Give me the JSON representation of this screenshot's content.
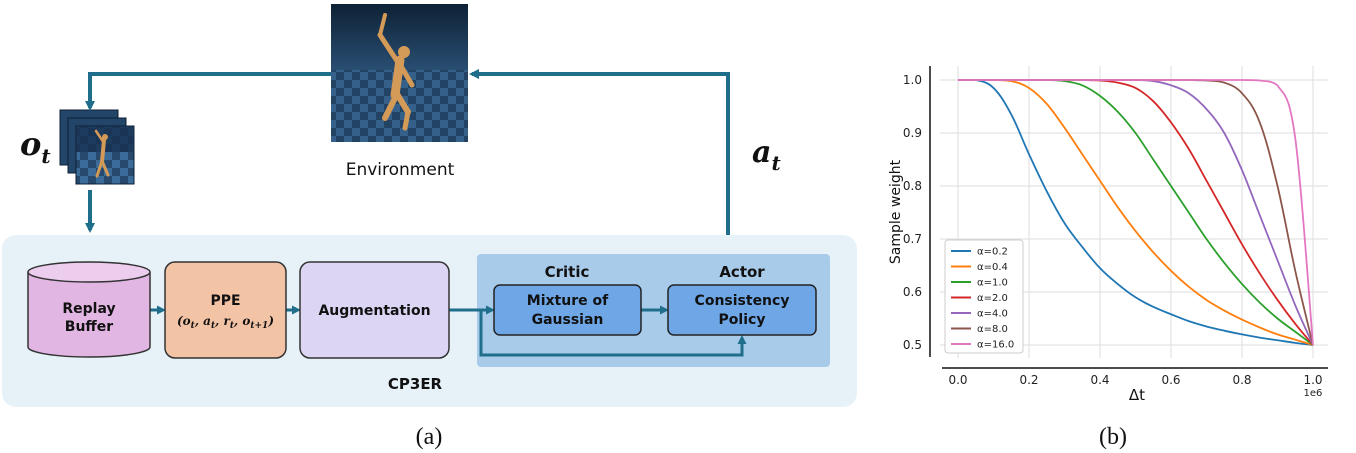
{
  "diagram": {
    "environment_label": "Environment",
    "obs_symbol": "o",
    "obs_sub": "t",
    "act_symbol": "a",
    "act_sub": "t",
    "replay_line1": "Replay",
    "replay_line2": "Buffer",
    "ppe_label": "PPE",
    "ppe_tuple_parts": [
      "(o",
      "t",
      ", a",
      "t",
      ", r",
      "t",
      ", o",
      "t+1",
      ")"
    ],
    "augmentation_label": "Augmentation",
    "critic_label": "Critic",
    "actor_label": "Actor",
    "mog_line1": "Mixture of",
    "mog_line2": "Gaussian",
    "cp_line1": "Consistency",
    "cp_line2": "Policy",
    "system_label": "CP3ER",
    "caption": "(a)",
    "colors": {
      "arrow": "#1f6e8c",
      "panel": "#e6f2f8",
      "actor_critic_panel": "#a9cbea",
      "replay": "#e2b6e3",
      "ppe": "#f3c3a6",
      "augmentation": "#dcd6f4",
      "inner_box": "#6ea6e6"
    }
  },
  "chart_data": {
    "type": "line",
    "xlabel": "Δt",
    "ylabel": "Sample weight",
    "x_scale_label": "1e6",
    "xlim": [
      0.0,
      1.0
    ],
    "ylim": [
      0.5,
      1.0
    ],
    "xticks": [
      "0.0",
      "0.2",
      "0.4",
      "0.6",
      "0.8",
      "1.0"
    ],
    "yticks": [
      "0.5",
      "0.6",
      "0.7",
      "0.8",
      "0.9",
      "1.0"
    ],
    "grid": true,
    "legend_position": "bottom-left",
    "x": [
      0,
      0.05,
      0.1,
      0.15,
      0.2,
      0.25,
      0.3,
      0.35,
      0.4,
      0.45,
      0.5,
      0.55,
      0.6,
      0.65,
      0.7,
      0.75,
      0.8,
      0.85,
      0.9,
      0.95,
      1.0
    ],
    "series": [
      {
        "name": "α=0.2",
        "color": "#1f77b4",
        "values": [
          1.0,
          1.0,
          0.985,
          0.935,
          0.86,
          0.79,
          0.73,
          0.685,
          0.645,
          0.615,
          0.59,
          0.572,
          0.558,
          0.545,
          0.535,
          0.527,
          0.52,
          0.514,
          0.509,
          0.504,
          0.5
        ]
      },
      {
        "name": "α=0.4",
        "color": "#ff7f0e",
        "values": [
          1.0,
          1.0,
          1.0,
          0.998,
          0.985,
          0.955,
          0.91,
          0.86,
          0.81,
          0.76,
          0.715,
          0.675,
          0.64,
          0.61,
          0.585,
          0.565,
          0.548,
          0.533,
          0.52,
          0.51,
          0.5
        ]
      },
      {
        "name": "α=1.0",
        "color": "#2ca02c",
        "values": [
          1.0,
          1.0,
          1.0,
          1.0,
          1.0,
          1.0,
          0.998,
          0.99,
          0.97,
          0.94,
          0.9,
          0.85,
          0.8,
          0.75,
          0.7,
          0.655,
          0.615,
          0.58,
          0.55,
          0.525,
          0.5
        ]
      },
      {
        "name": "α=2.0",
        "color": "#d62728",
        "values": [
          1.0,
          1.0,
          1.0,
          1.0,
          1.0,
          1.0,
          1.0,
          1.0,
          0.999,
          0.995,
          0.985,
          0.96,
          0.92,
          0.87,
          0.81,
          0.75,
          0.69,
          0.635,
          0.585,
          0.54,
          0.5
        ]
      },
      {
        "name": "α=4.0",
        "color": "#9467bd",
        "values": [
          1.0,
          1.0,
          1.0,
          1.0,
          1.0,
          1.0,
          1.0,
          1.0,
          1.0,
          1.0,
          1.0,
          0.998,
          0.99,
          0.975,
          0.945,
          0.9,
          0.83,
          0.745,
          0.66,
          0.575,
          0.5
        ]
      },
      {
        "name": "α=8.0",
        "color": "#8c564b",
        "values": [
          1.0,
          1.0,
          1.0,
          1.0,
          1.0,
          1.0,
          1.0,
          1.0,
          1.0,
          1.0,
          1.0,
          1.0,
          1.0,
          1.0,
          0.999,
          0.995,
          0.975,
          0.92,
          0.8,
          0.64,
          0.5
        ]
      },
      {
        "name": "α=16.0",
        "color": "#e377c2",
        "values": [
          1.0,
          1.0,
          1.0,
          1.0,
          1.0,
          1.0,
          1.0,
          1.0,
          1.0,
          1.0,
          1.0,
          1.0,
          1.0,
          1.0,
          1.0,
          1.0,
          1.0,
          0.999,
          0.99,
          0.89,
          0.5
        ]
      }
    ],
    "caption": "(b)"
  }
}
